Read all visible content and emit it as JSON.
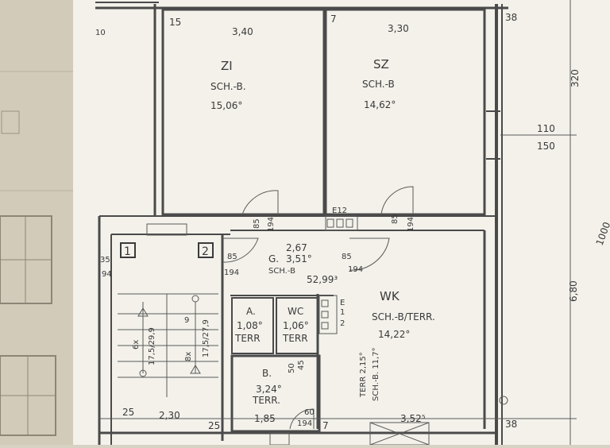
{
  "rooms": {
    "zi": {
      "name": "ZI",
      "floor": "SCH.-B.",
      "area": "15,06°"
    },
    "sz": {
      "name": "SZ",
      "floor": "SCH.-B",
      "area": "14,62°"
    },
    "g": {
      "name": "G.",
      "area": "3,51°",
      "floor": "SCH.-B",
      "dim_top": "2,67",
      "dim_bottom": "52,99³"
    },
    "a": {
      "name": "A.",
      "area": "1,08°",
      "floor": "TERR"
    },
    "wc": {
      "name": "WC",
      "area": "1,06°",
      "floor": "TERR"
    },
    "b": {
      "name": "B.",
      "area": "3,24°",
      "floor": "TERR."
    },
    "wk": {
      "name": "WK",
      "floor": "SCH.-B/TERR.",
      "area": "14,22°",
      "side_floor": "TERR 2,15°",
      "side_floor2": "SCH.-B. 11,7°"
    }
  },
  "dimensions": {
    "top_left": "15",
    "top_zi": "3,40",
    "top_7": "7",
    "top_sz": "3,30",
    "top_38": "38",
    "right_320": "320",
    "right_110": "110",
    "right_150": "150",
    "right_680": "6,80",
    "right_1000": "1000",
    "left_10": "10",
    "door_85_a": "85",
    "door_194_a": "194",
    "door_85_b": "85",
    "door_194_b": "194",
    "door_85_c": "85",
    "door_194_c": "194",
    "door_85_d": "85",
    "door_194_d": "194",
    "stair_35": "35",
    "stair_94": "94",
    "stair_steps_a": "6x",
    "stair_steps_a2": "17,5/29,9",
    "stair_steps_b": "8x",
    "stair_steps_b2": "17,5/27,9",
    "stair_9": "9",
    "bottom_25a": "25",
    "bottom_230": "2,30",
    "bottom_25b": "25",
    "bottom_185": "1,85",
    "bottom_60": "60",
    "bottom_194": "194",
    "bottom_7": "7",
    "bottom_352": "3,52⁵",
    "bottom_38": "38",
    "wc_50": "50",
    "wc_45": "45",
    "kitchen_e": "E",
    "kitchen_1": "1",
    "kitchen_2": "2",
    "duct_e12": "E12"
  },
  "markers": {
    "box1": "1",
    "box2": "2"
  },
  "colors": {
    "paper": "#f3f1ea",
    "line": "#4a4a4a",
    "background": "#d8d2c4"
  }
}
